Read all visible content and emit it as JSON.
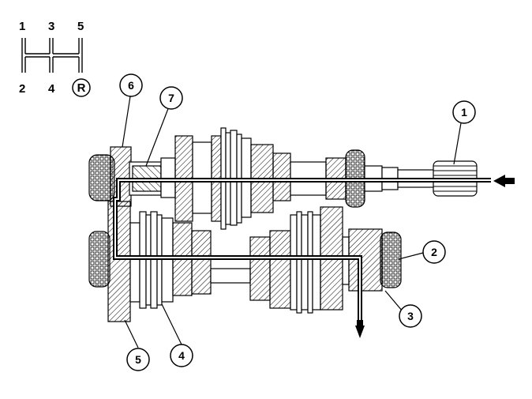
{
  "shift_pattern": {
    "top_labels": [
      "1",
      "3",
      "5"
    ],
    "bottom_labels": [
      "2",
      "4",
      "R"
    ]
  },
  "callouts": [
    "1",
    "2",
    "3",
    "4",
    "5",
    "6",
    "7"
  ],
  "colors": {
    "line": "#000000",
    "background": "#ffffff",
    "hatch": "#000000"
  }
}
